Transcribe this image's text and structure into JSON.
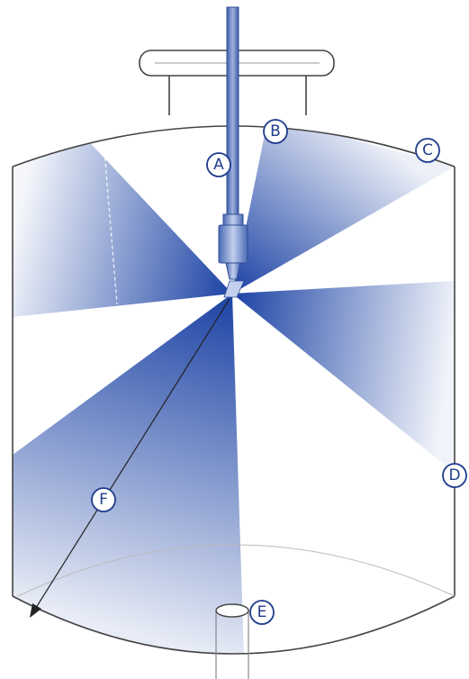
{
  "diagram": {
    "callouts": {
      "a": "A",
      "b": "B",
      "c": "C",
      "d": "D",
      "e": "E",
      "f": "F"
    }
  },
  "colors": {
    "spray": "#1b42a4",
    "outline": "#444444",
    "pipe": "#5b75b5",
    "callout_text": "#1f3c8c"
  }
}
